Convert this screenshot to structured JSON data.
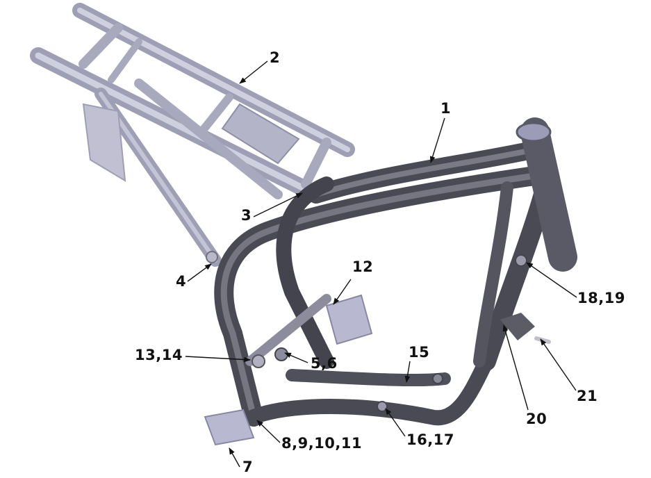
{
  "diagram": {
    "subject": "Motorcycle frame assembly exploded parts view",
    "colors": {
      "main_frame": "#5f5f6b",
      "main_frame_dark": "#44444f",
      "main_frame_light": "#8a8a96",
      "subframe": "#a9a9bd",
      "subframe_light": "#c9c9d8",
      "footpeg": "#b8b8d0",
      "leader": "#111111",
      "background": "#ffffff"
    },
    "callouts": [
      {
        "id": "c1",
        "label": "1",
        "part": "main frame"
      },
      {
        "id": "c2",
        "label": "2",
        "part": "rear subframe"
      },
      {
        "id": "c3",
        "label": "3",
        "part": "upper subframe bolt"
      },
      {
        "id": "c4",
        "label": "4",
        "part": "lower subframe bolt"
      },
      {
        "id": "c5",
        "label": "5,6",
        "part": "footpeg pivot hardware"
      },
      {
        "id": "c7",
        "label": "7",
        "part": "left footpeg"
      },
      {
        "id": "c8",
        "label": "8,9,10,11",
        "part": "footpeg pin / spring / washer / cotter"
      },
      {
        "id": "c12",
        "label": "12",
        "part": "right footpeg"
      },
      {
        "id": "c13",
        "label": "13,14",
        "part": "swingarm pivot bolt / nut"
      },
      {
        "id": "c15",
        "label": "15",
        "part": "lower cross bracket"
      },
      {
        "id": "c16",
        "label": "16,17",
        "part": "engine mount bolt / nut"
      },
      {
        "id": "c18",
        "label": "18,19",
        "part": "front engine mount bolt / nut"
      },
      {
        "id": "c20",
        "label": "20",
        "part": "mount plate"
      },
      {
        "id": "c21",
        "label": "21",
        "part": "bolt"
      }
    ]
  }
}
